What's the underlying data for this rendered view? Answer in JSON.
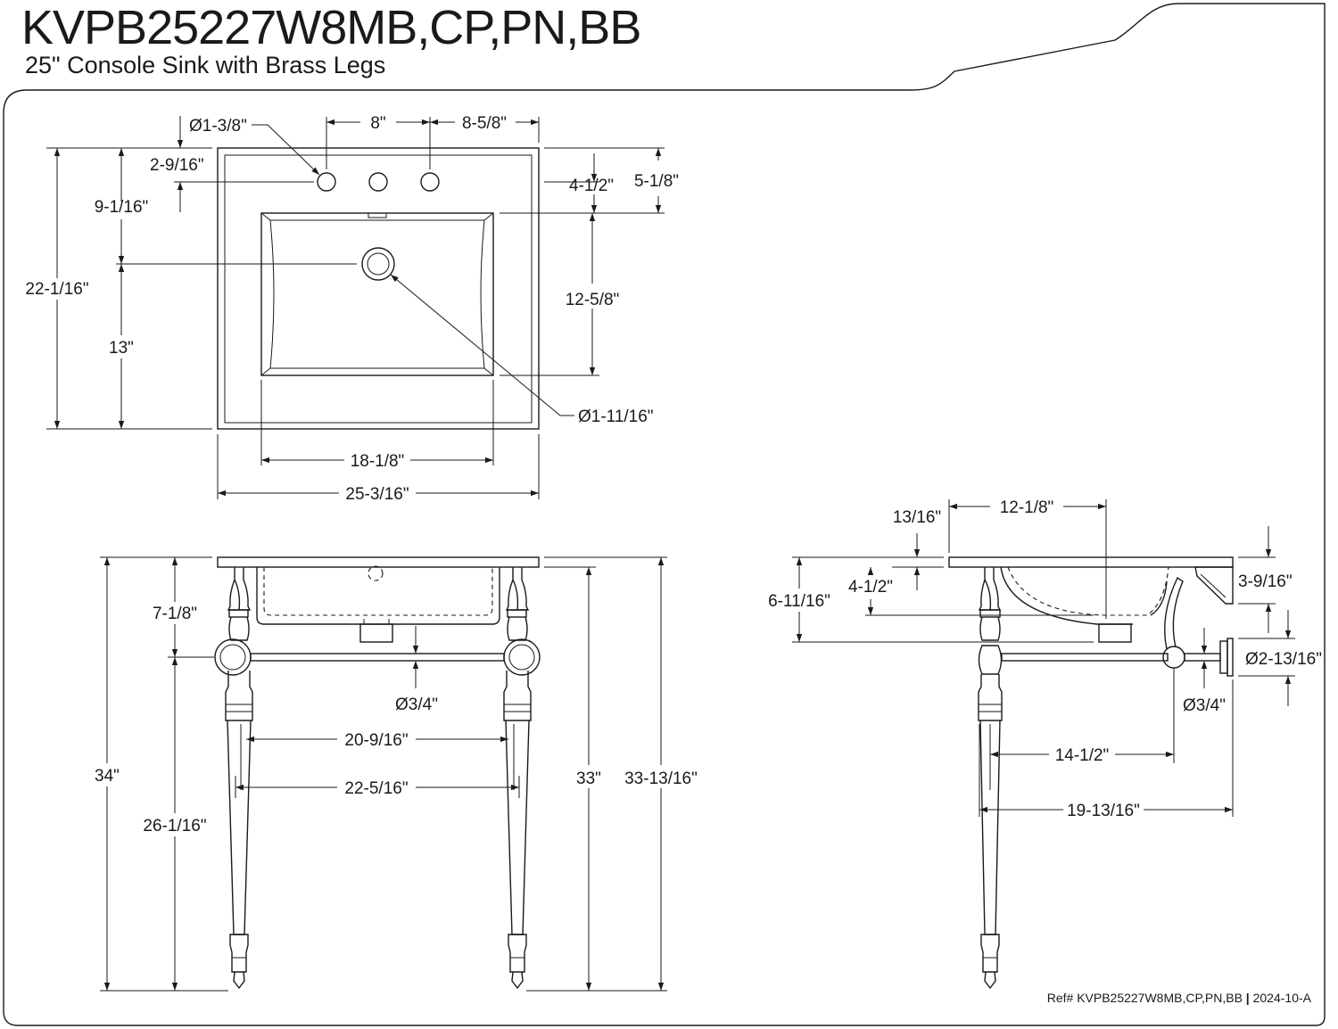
{
  "header": {
    "model": "KVPB25227W8MB,CP,PN,BB",
    "subtitle": "25\" Console Sink with Brass Legs"
  },
  "footer": {
    "ref_label": "Ref#",
    "ref_model": "KVPB25227W8MB,CP,PN,BB",
    "separator": "|",
    "revision": "2024-10-A"
  },
  "top_view": {
    "dims": {
      "hole_dia": "Ø1-3/8\"",
      "hole_spacing": "8\"",
      "hole_to_edge": "8-5/8\"",
      "hole_from_back": "2-9/16\"",
      "drain_from_back": "9-1/16\"",
      "overall_depth": "22-1/16\"",
      "drain_to_front": "13\"",
      "bowl_from_holes": "4-1/2\"",
      "bowl_from_back": "5-1/8\"",
      "bowl_depth": "12-5/8\"",
      "drain_dia": "Ø1-11/16\"",
      "bowl_width": "18-1/8\"",
      "overall_width": "25-3/16\""
    }
  },
  "front_view": {
    "dims": {
      "overall_height": "34\"",
      "top_to_bar": "7-1/8\"",
      "bar_to_floor": "26-1/16\"",
      "bar_dia": "Ø3/4\"",
      "inner_leg_spacing": "20-9/16\"",
      "outer_leg_spacing": "22-5/16\"",
      "rim_height": "33\"",
      "top_height": "33-13/16\""
    }
  },
  "side_view": {
    "dims": {
      "top_thickness": "13/16\"",
      "bowl_length": "12-1/8\"",
      "bowl_depth": "4-1/2\"",
      "apron_depth": "6-11/16\"",
      "bracket_height": "3-9/16\"",
      "flange_dia": "Ø2-13/16\"",
      "bar_dia": "Ø3/4\"",
      "leg_to_bar": "14-1/2\"",
      "leg_to_wall": "19-13/16\""
    }
  }
}
